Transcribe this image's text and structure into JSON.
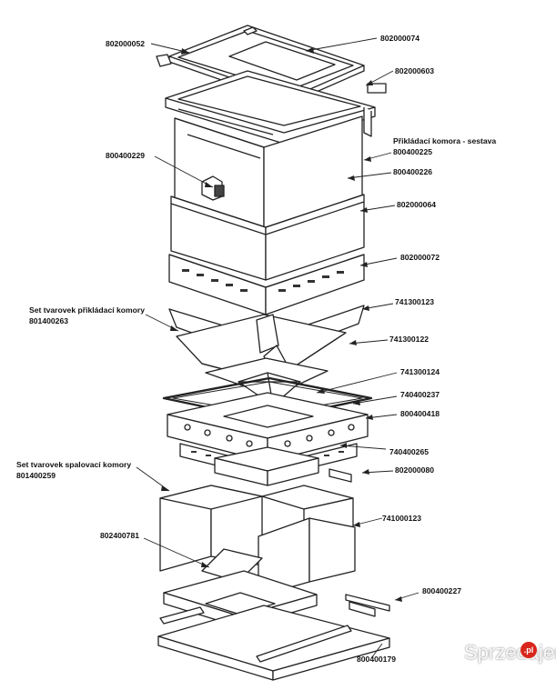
{
  "labels": {
    "p802000052": "802000052",
    "p802000074": "802000074",
    "p802000603": "802000603",
    "p800400229": "800400229",
    "chamber_assembly_title": "Přikládací komora - sestava",
    "chamber_assembly_code": "800400225",
    "p800400226": "800400226",
    "p802000064": "802000064",
    "p802000072": "802000072",
    "loading_shapes_title": "Set tvarovek přikládací komory",
    "loading_shapes_code": "801400263",
    "p741300123": "741300123",
    "p741300122": "741300122",
    "p741300124": "741300124",
    "p740400237": "740400237",
    "p800400418": "800400418",
    "p740400265": "740400265",
    "combustion_shapes_title": "Set tvarovek spalovací komory",
    "combustion_shapes_code": "801400259",
    "p802000080": "802000080",
    "p741000123": "741000123",
    "p802400781": "802400781",
    "p800400227": "800400227",
    "p800400179": "800400179"
  },
  "watermark": {
    "text": "Sprzedajemy",
    "badge": ".pl",
    "badge_color": "#d9261c"
  }
}
